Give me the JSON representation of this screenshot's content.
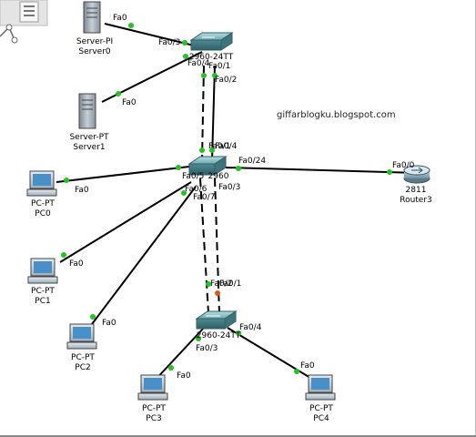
{
  "watermark": "giffarblogku.blogspot.com",
  "devices": {
    "server0": {
      "type": "PI",
      "line1": "Server-PI",
      "line2": "Server0"
    },
    "server1": {
      "type": "PT",
      "line1": "Server-PT",
      "line2": "Server1"
    },
    "switch_top": {
      "label": "2960-24TT"
    },
    "switch_mid": {
      "label": "2960"
    },
    "switch_bottom": {
      "label": "2960-24TT"
    },
    "router3": {
      "line1": "2811",
      "line2": "Router3"
    },
    "pc0": {
      "line1": "PC-PT",
      "line2": "PC0"
    },
    "pc1": {
      "line1": "PC-PT",
      "line2": "PC1"
    },
    "pc2": {
      "line1": "PC-PT",
      "line2": "PC2"
    },
    "pc3": {
      "line1": "PC-PT",
      "line2": "PC3"
    },
    "pc4": {
      "line1": "PC-PT",
      "line2": "PC4"
    }
  },
  "ports": {
    "server0_fa0": "Fa0",
    "top_fa0_3": "Fa0/3",
    "top_fa0_4": "Fa0/4",
    "top_fa0_1": "Fa0/1",
    "top_fa0_2": "Fa0/2",
    "server1_fa0": "Fa0",
    "mid_fa0_1": "Fa0/1",
    "mid_fa0_4": "Fa0/4",
    "mid_fa0_24": "Fa0/24",
    "router_fa0_0": "Fa0/0",
    "mid_fa0_5": "Fa0/5",
    "mid_fa0_3": "Fa0/3",
    "mid_fa0_6": "Fa0/6",
    "mid_fa0_7": "Fa0/7",
    "pc0_fa0": "Fa0",
    "pc1_fa0": "Fa0",
    "pc2_fa0": "Fa0",
    "bot_fa0_2": "Fa0/2",
    "bot_fa0_1": "Fa0/1",
    "bot_fa0_4": "Fa0/4",
    "bot_fa0_3": "Fa0/3",
    "pc3_fa0": "Fa0",
    "pc4_fa0": "Fa0"
  },
  "colors": {
    "link": "#000000",
    "link_up": "#22c322",
    "link_down": "#e2541c",
    "switch_top": "#8fc3c8",
    "switch_side": "#4f8a93",
    "server": "#a8b2bc",
    "pc_screen": "#4a90c8"
  }
}
